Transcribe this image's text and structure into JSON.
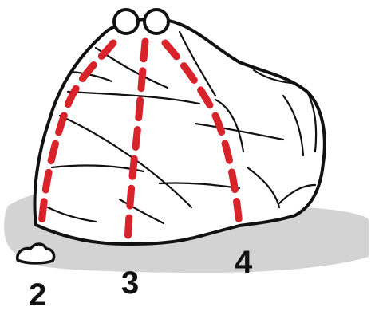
{
  "colors": {
    "route": "#d8232a",
    "ground": "#d3d3d3",
    "rock": "#ffffff",
    "ink": "#111111"
  },
  "icons": {
    "anchor": "bolt-ring-icon",
    "pebble": "small-rock-icon"
  },
  "routes": [
    {
      "label": "2"
    },
    {
      "label": "3"
    },
    {
      "label": "4"
    }
  ]
}
